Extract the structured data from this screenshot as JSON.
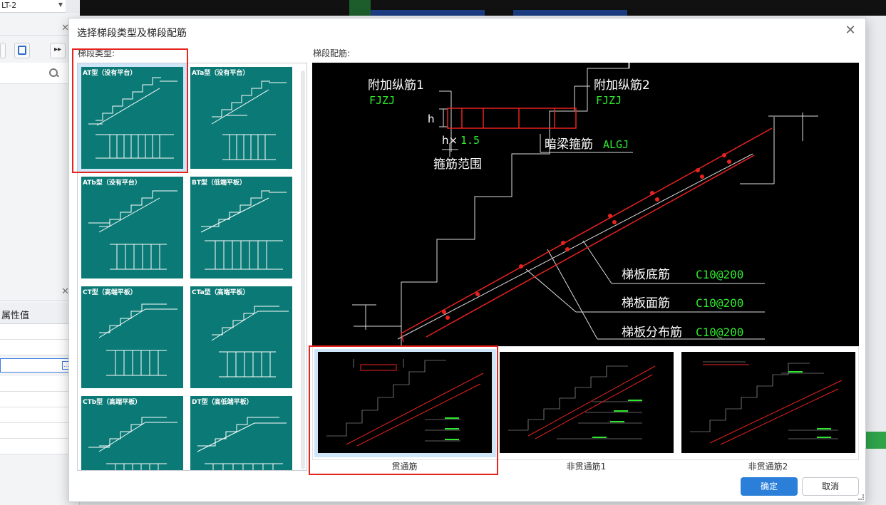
{
  "background": {
    "top_combo_text": "LT-2",
    "property_header": "属性值"
  },
  "dialog": {
    "title": "选择梯段类型及梯段配筋",
    "type_label": "梯段类型:",
    "rebar_label": "梯段配筋:",
    "ok_label": "确定",
    "cancel_label": "取消"
  },
  "stair_types": [
    {
      "name": "AT型（没有平台）",
      "selected": true
    },
    {
      "name": "ATa型（没有平台）",
      "selected": false
    },
    {
      "name": "ATb型（没有平台）",
      "selected": false
    },
    {
      "name": "BT型（低端平板）",
      "selected": false
    },
    {
      "name": "CT型（高端平板）",
      "selected": false
    },
    {
      "name": "CTa型（高端平板）",
      "selected": false
    },
    {
      "name": "CTb型（高端平板）",
      "selected": false
    },
    {
      "name": "DT型（高低端平板）",
      "selected": false
    }
  ],
  "preview": {
    "extra_rebar_1": "附加纵筋1",
    "extra_rebar_1_code": "FJZJ",
    "extra_rebar_2": "附加纵筋2",
    "extra_rebar_2_code": "FJZJ",
    "h_label": "h",
    "range_formula": "h×",
    "range_factor": "1.5",
    "stirrup_range": "箍筋范围",
    "hidden_beam_stirrup": "暗梁箍筋",
    "hidden_beam_code": "ALGJ",
    "bottom_rebar": "梯板底筋",
    "bottom_rebar_value": "C10@200",
    "top_rebar": "梯板面筋",
    "top_rebar_value": "C10@200",
    "dist_rebar": "梯板分布筋",
    "dist_rebar_value": "C10@200"
  },
  "variants": [
    {
      "label": "贯通筋",
      "selected": true
    },
    {
      "label": "非贯通筋1",
      "selected": false
    },
    {
      "label": "非贯通筋2",
      "selected": false
    }
  ],
  "colors": {
    "accent": "#2b7fd9",
    "highlight_red": "#e8231f",
    "thumb_teal": "#0b7a76",
    "code_green": "#2ee82e"
  }
}
